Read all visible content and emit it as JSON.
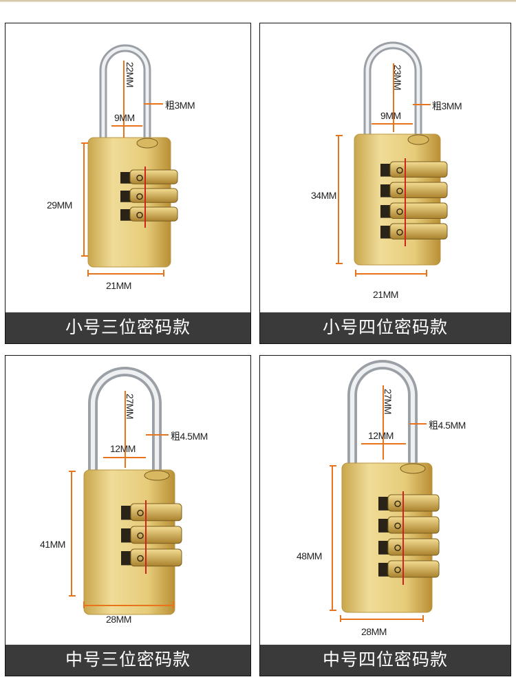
{
  "colors": {
    "dimension_line": "#e8731a",
    "caption_bg": "#3a3a3a",
    "brass": "#e2c46e"
  },
  "products": [
    {
      "caption": "小号三位密码款",
      "shackle_height": "22MM",
      "shackle_width": "9MM",
      "shackle_thickness": "粗3MM",
      "body_height": "29MM",
      "body_width": "21MM",
      "dials": 3
    },
    {
      "caption": "小号四位密码款",
      "shackle_height": "23MM",
      "shackle_width": "9MM",
      "shackle_thickness": "粗3MM",
      "body_height": "34MM",
      "body_width": "21MM",
      "dials": 4
    },
    {
      "caption": "中号三位密码款",
      "shackle_height": "27MM",
      "shackle_width": "12MM",
      "shackle_thickness": "粗4.5MM",
      "body_height": "41MM",
      "body_width": "28MM",
      "dials": 3
    },
    {
      "caption": "中号四位密码款",
      "shackle_height": "27MM",
      "shackle_width": "12MM",
      "shackle_thickness": "粗4.5MM",
      "body_height": "48MM",
      "body_width": "28MM",
      "dials": 4
    }
  ]
}
